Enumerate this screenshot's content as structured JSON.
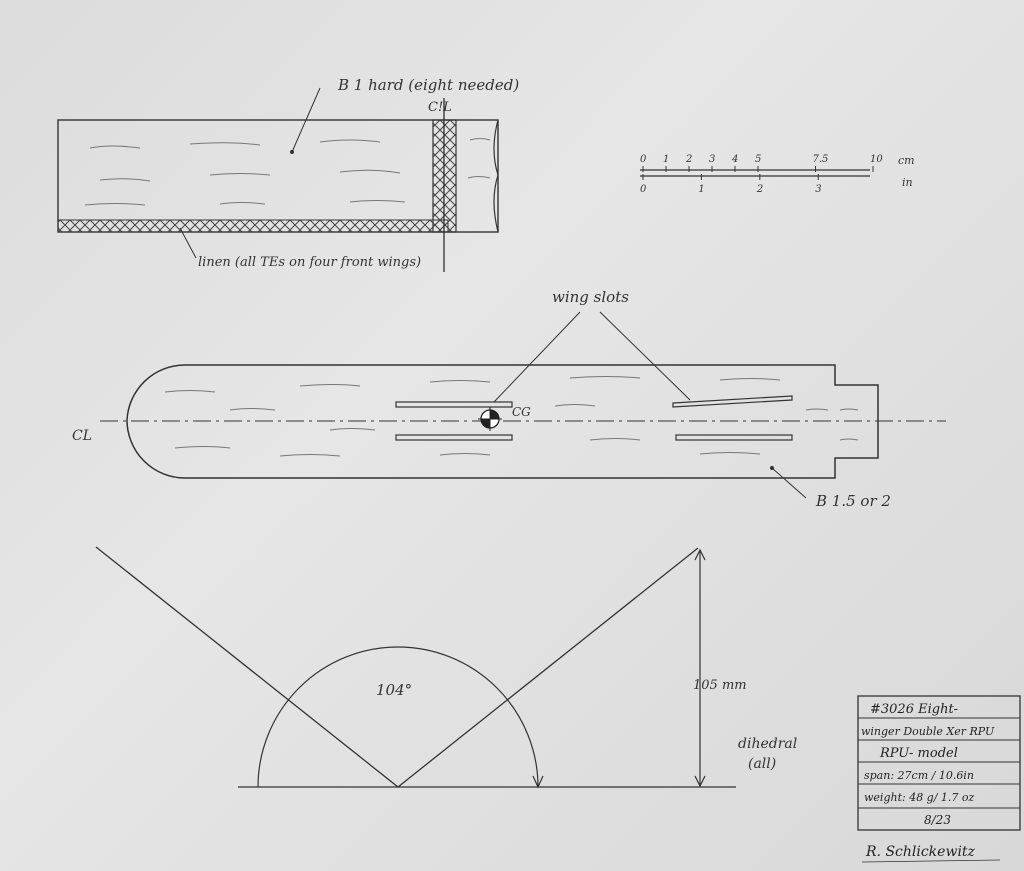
{
  "wing_panel": {
    "label": "B 1 hard (eight needed)",
    "centerline_label": "C!L",
    "linen_note": "linen (all TEs on four front wings)"
  },
  "scale": {
    "cm_ticks": [
      "0",
      "1",
      "2",
      "3",
      "4",
      "5",
      "7.5",
      "10"
    ],
    "cm_unit": "cm",
    "in_ticks": [
      "0",
      "1",
      "2",
      "3"
    ],
    "in_unit": "in"
  },
  "fuselage": {
    "wing_slots_label": "wing slots",
    "cg_label": "CG",
    "cl_label": "CL",
    "material_label": "B 1.5 or 2"
  },
  "dihedral": {
    "angle_label": "104°",
    "height_label": "105 mm",
    "note_line1": "dihedral",
    "note_line2": "(all)"
  },
  "title_block": {
    "line1": "#3026 Eight-",
    "line2": "winger Double Xer RPU",
    "line3": "RPU- model",
    "span": "span: 27cm / 10.6in",
    "weight": "weight: 48 g/ 1.7 oz",
    "date": "8/23",
    "signature": "R. Schlickewitz"
  }
}
